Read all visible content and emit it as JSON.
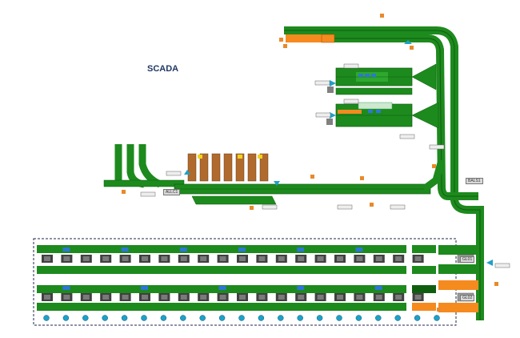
{
  "title": "SCADA",
  "tags": {
    "upper_left": "ALLC1",
    "right_upper": "BALS1",
    "lane_a": "GL01",
    "lane_b": "GL02"
  },
  "colors": {
    "conveyor": "#1d8a1d",
    "conveyor_dark": "#0f5e10",
    "conveyor_light": "#2ea82e",
    "orange": "#f58a1e",
    "brown": "#b06a2e",
    "blue": "#2e75d6",
    "cyan": "#1ea0c8",
    "grey": "#9a9a9a",
    "dark_grey": "#404040",
    "marker": "#e88a2a",
    "yellow": "#f2d21e"
  },
  "legend": {
    "lane_stations": 20,
    "markers": 21
  }
}
